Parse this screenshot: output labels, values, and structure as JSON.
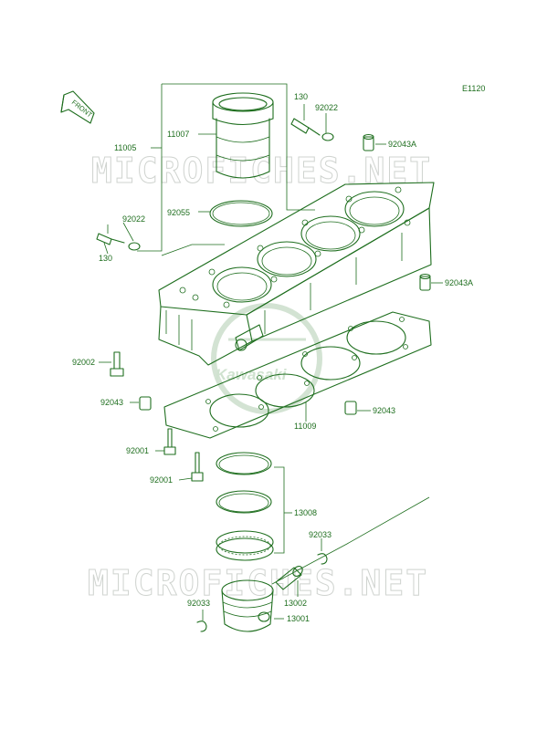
{
  "diagram": {
    "code": "E1120",
    "watermark": "MICROFICHES.NET",
    "brand": "Kawasaki",
    "front_label": "FRONT",
    "colors": {
      "line": "#1e6e1e",
      "watermark": "#cfd3cf"
    }
  },
  "parts": {
    "p11007": "11007",
    "p11005": "11005",
    "p92055": "92055",
    "p130_top": "130",
    "p92022_top": "92022",
    "p92043A_top": "92043A",
    "p92022_left": "92022",
    "p130_left": "130",
    "p92043A_right": "92043A",
    "p92002": "92002",
    "p92043_left": "92043",
    "p92043_right": "92043",
    "p11009": "11009",
    "p92001_a": "92001",
    "p92001_b": "92001",
    "p13008": "13008",
    "p92033_right": "92033",
    "p13002": "13002",
    "p92033_left": "92033",
    "p13001": "13001"
  }
}
